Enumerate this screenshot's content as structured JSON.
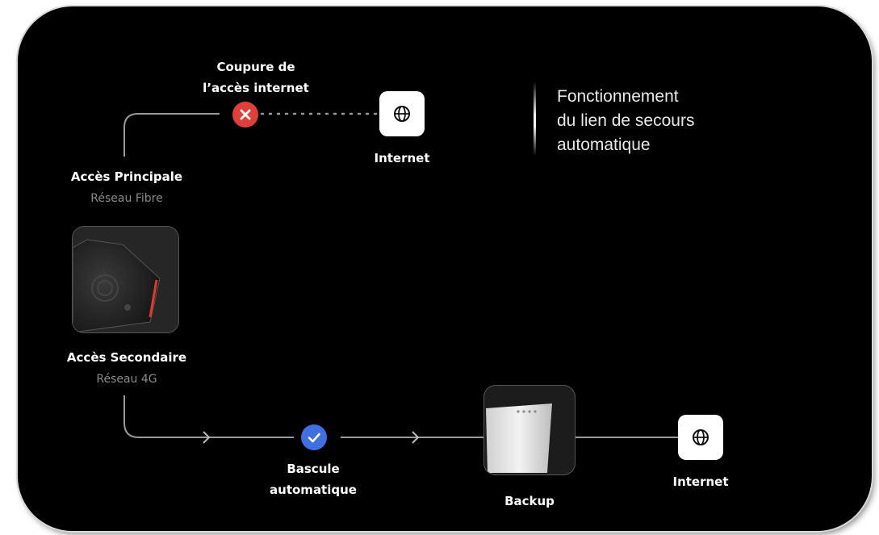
{
  "title": {
    "line1": "Fonctionnement",
    "line2": "du lien de secours",
    "line3": "automatique"
  },
  "cut": {
    "line1": "Coupure de",
    "line2": "l’accès internet"
  },
  "internet_top": {
    "label": "Internet"
  },
  "primary": {
    "title": "Accès Principale",
    "subtitle": "Réseau Fibre"
  },
  "secondary": {
    "title": "Accès Secondaire",
    "subtitle": "Réseau 4G"
  },
  "switch": {
    "line1": "Bascule",
    "line2": "automatique"
  },
  "backup": {
    "label": "Backup"
  },
  "internet_bottom": {
    "label": "Internet"
  },
  "colors": {
    "background": "#000000",
    "error": "#e0403a",
    "success": "#3f6fe0",
    "text": "#ffffff",
    "muted": "#8a8a8a"
  },
  "icons": {
    "cut": "x-icon",
    "switch": "check-icon",
    "internet": "globe-icon"
  }
}
